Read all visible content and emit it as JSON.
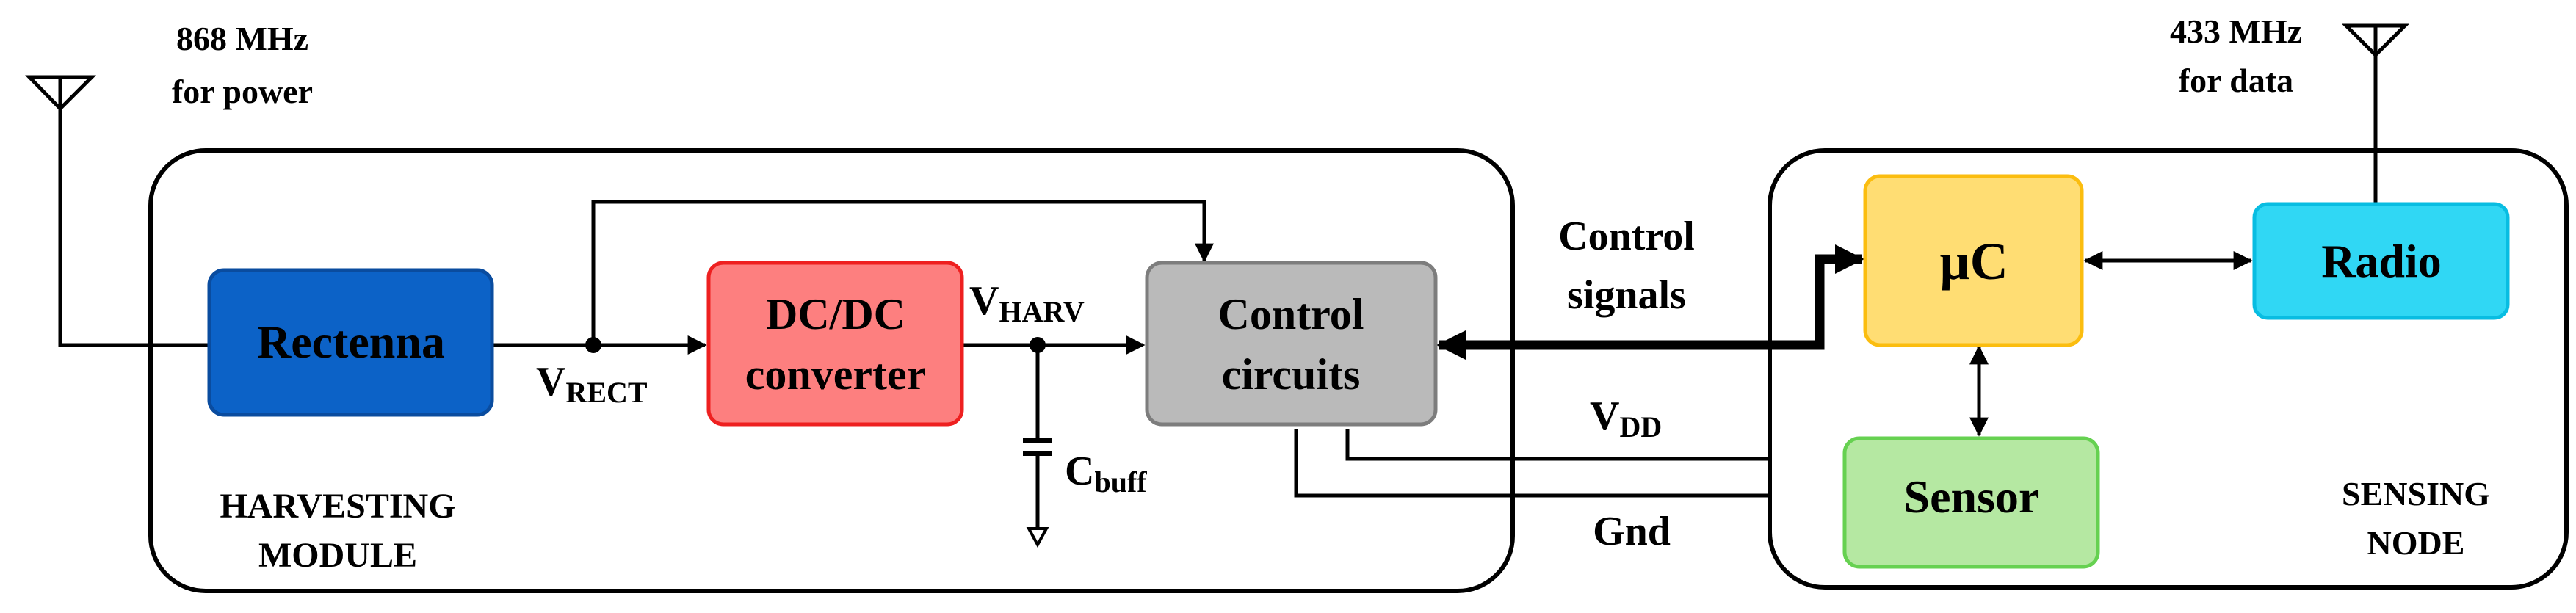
{
  "colors": {
    "rectenna_fill": "#0c62c7",
    "rectenna_stroke": "#0a4c9f",
    "dcdc_fill": "#fd7f7f",
    "dcdc_stroke": "#ee2020",
    "control_fill": "#bababa",
    "control_stroke": "#7d7d7d",
    "uc_fill": "#ffdd73",
    "uc_stroke": "#fbbd0f",
    "radio_fill": "#30d7f4",
    "radio_stroke": "#08bde2",
    "sensor_fill": "#b5e8a2",
    "sensor_stroke": "#66d151"
  },
  "antennas": {
    "power": {
      "line1": "868 MHz",
      "line2": "for power"
    },
    "data": {
      "line1": "433 MHz",
      "line2": "for data"
    }
  },
  "harvesting_module": {
    "label_line1": "HARVESTING",
    "label_line2": "MODULE",
    "rectenna": "Rectenna",
    "dcdc_line1": "DC/DC",
    "dcdc_line2": "converter",
    "control_line1": "Control",
    "control_line2": "circuits",
    "v_rect": {
      "main": "V",
      "sub": "RECT"
    },
    "v_harv": {
      "main": "V",
      "sub": "HARV"
    },
    "c_buff": {
      "main": "C",
      "sub": "buff"
    }
  },
  "links": {
    "control_signals_line1": "Control",
    "control_signals_line2": "signals",
    "vdd": {
      "main": "V",
      "sub": "DD"
    },
    "gnd": "Gnd"
  },
  "sensing_node": {
    "label_line1": "SENSING",
    "label_line2": "NODE",
    "uc": "µC",
    "radio": "Radio",
    "sensor": "Sensor"
  }
}
